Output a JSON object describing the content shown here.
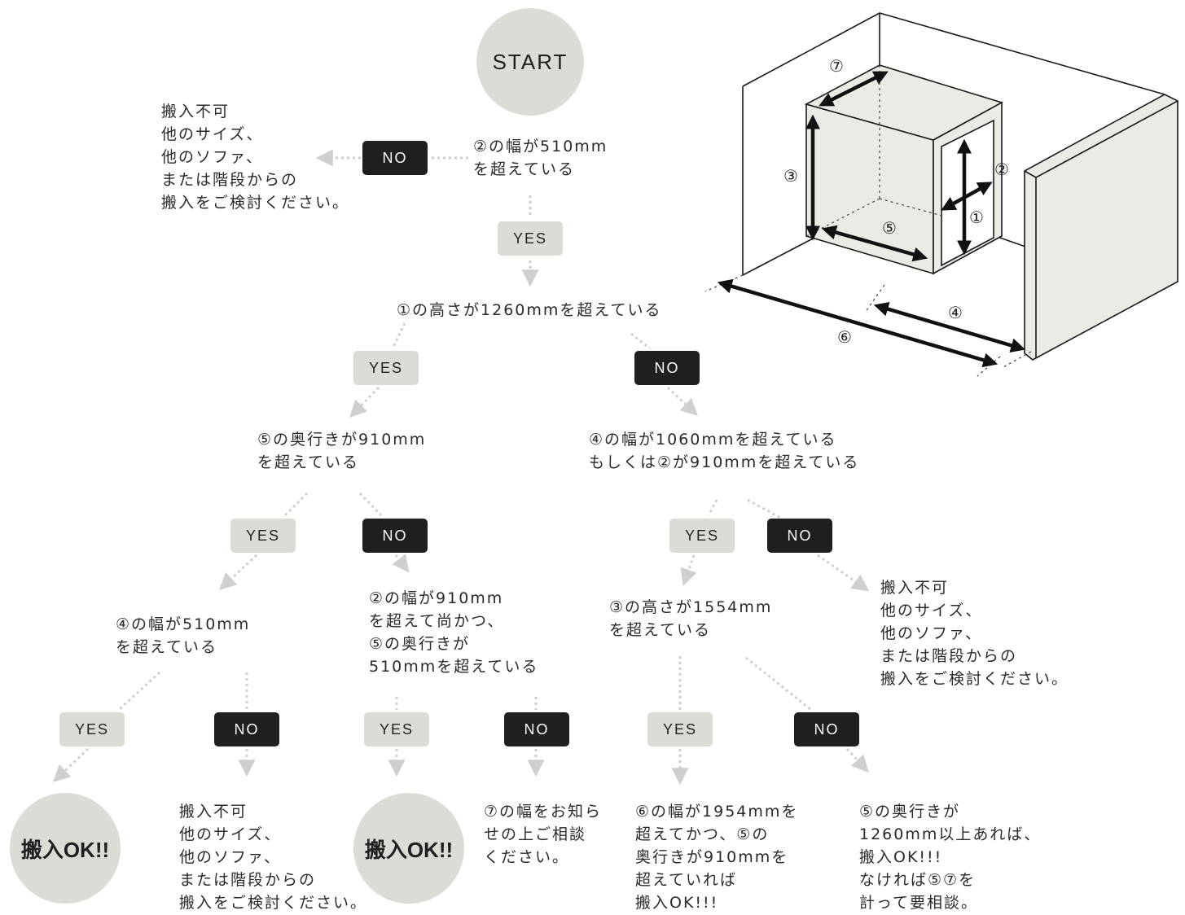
{
  "start": "START",
  "q1": {
    "text": "②の幅が510mm\nを超えている",
    "yes": "YES",
    "no": "NO",
    "no_result": "搬入不可\n他のサイズ、\n他のソファ、\nまたは階段からの\n搬入をご検討ください。"
  },
  "q2": {
    "text": "①の高さが1260mmを超えている",
    "yes": "YES",
    "no": "NO"
  },
  "q3": {
    "text": "⑤の奥行きが910mm\nを超えている",
    "yes": "YES",
    "no": "NO"
  },
  "q4": {
    "text": "④の幅が1060mmを超えている\nもしくは②が910mmを超えている",
    "yes": "YES",
    "no": "NO",
    "no_result": "搬入不可\n他のサイズ、\n他のソファ、\nまたは階段からの\n搬入をご検討ください。"
  },
  "q5": {
    "text": "④の幅が510mm\nを超えている",
    "yes": "YES",
    "no": "NO",
    "yes_result": "搬入OK!!",
    "no_result": "搬入不可\n他のサイズ、\n他のソファ、\nまたは階段からの\n搬入をご検討ください。"
  },
  "q6": {
    "text": "②の幅が910mm\nを超えて尚かつ、\n⑤の奥行きが\n510mmを超えている",
    "yes": "YES",
    "no": "NO",
    "yes_result": "搬入OK!!",
    "no_result": "⑦の幅をお知ら\nせの上ご相談\nください。"
  },
  "q7": {
    "text": "③の高さが1554mm\nを超えている",
    "yes": "YES",
    "no": "NO",
    "yes_result": "⑥の幅が1954mmを\n超えてかつ、⑤の\n奥行きが910mmを\n超えていれば\n搬入OK!!!",
    "no_result": "⑤の奥行きが\n1260mm以上あれば、\n搬入OK!!!\nなければ⑤⑦を\n計って要相談。"
  },
  "diagram_labels": {
    "d1": "①",
    "d2": "②",
    "d3": "③",
    "d4": "④",
    "d5": "⑤",
    "d6": "⑥",
    "d7": "⑦"
  }
}
